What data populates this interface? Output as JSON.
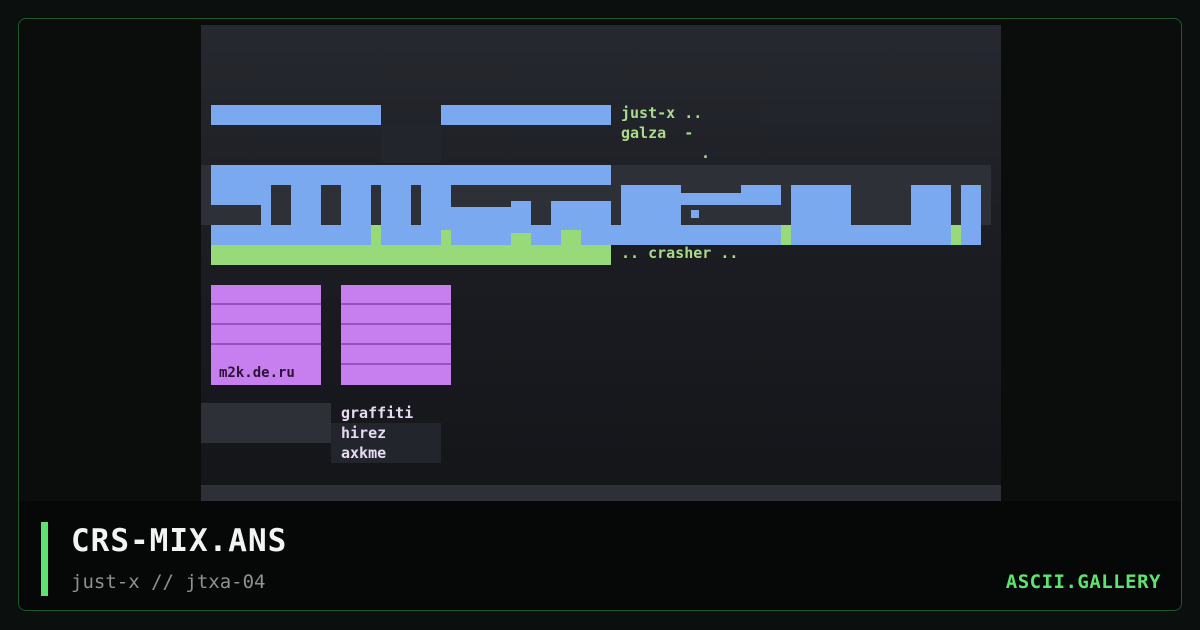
{
  "artwork": {
    "texts": {
      "handle": "just-x ..",
      "galza": "galza  -",
      "dot": ".",
      "crasher": ".. crasher ..",
      "url": "m2k.de.ru",
      "greet1": "graffiti",
      "greet2": "hirez",
      "greet3": "axkme"
    },
    "colors": {
      "blue": "#7aa9f0",
      "green": "#98d97a",
      "purple": "#c77ff0",
      "background": "#1c1e24"
    }
  },
  "caption": {
    "title": "CRS-MIX.ANS",
    "subtitle": "just-x // jtxa-04",
    "brand": "ASCII.GALLERY"
  },
  "colors": {
    "accent": "#5fe370",
    "frame_border": "#1f5a2c"
  }
}
